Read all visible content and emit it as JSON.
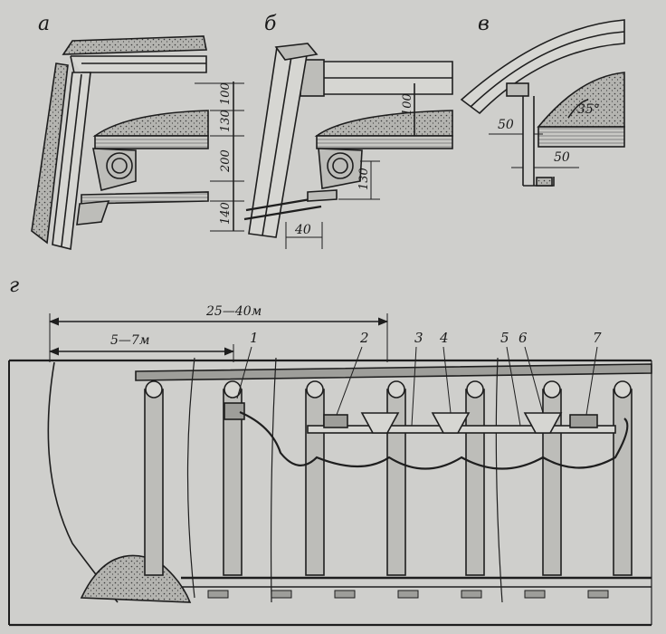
{
  "panels": {
    "a": {
      "label": "а",
      "dims": [
        "100",
        "130",
        "200",
        "140"
      ]
    },
    "b": {
      "label": "б",
      "dims": [
        "100",
        "130",
        "40"
      ]
    },
    "v": {
      "label": "в",
      "dims": [
        "35°",
        "50",
        "50"
      ]
    },
    "g": {
      "label": "г",
      "span_long": "25—40м",
      "span_short": "5—7м",
      "callouts": [
        "1",
        "2",
        "3",
        "4",
        "5",
        "6",
        "7"
      ]
    }
  },
  "colors": {
    "paper": "#cfcfcc",
    "ink": "#1e1e1e",
    "fill": "#a9a9a5"
  }
}
